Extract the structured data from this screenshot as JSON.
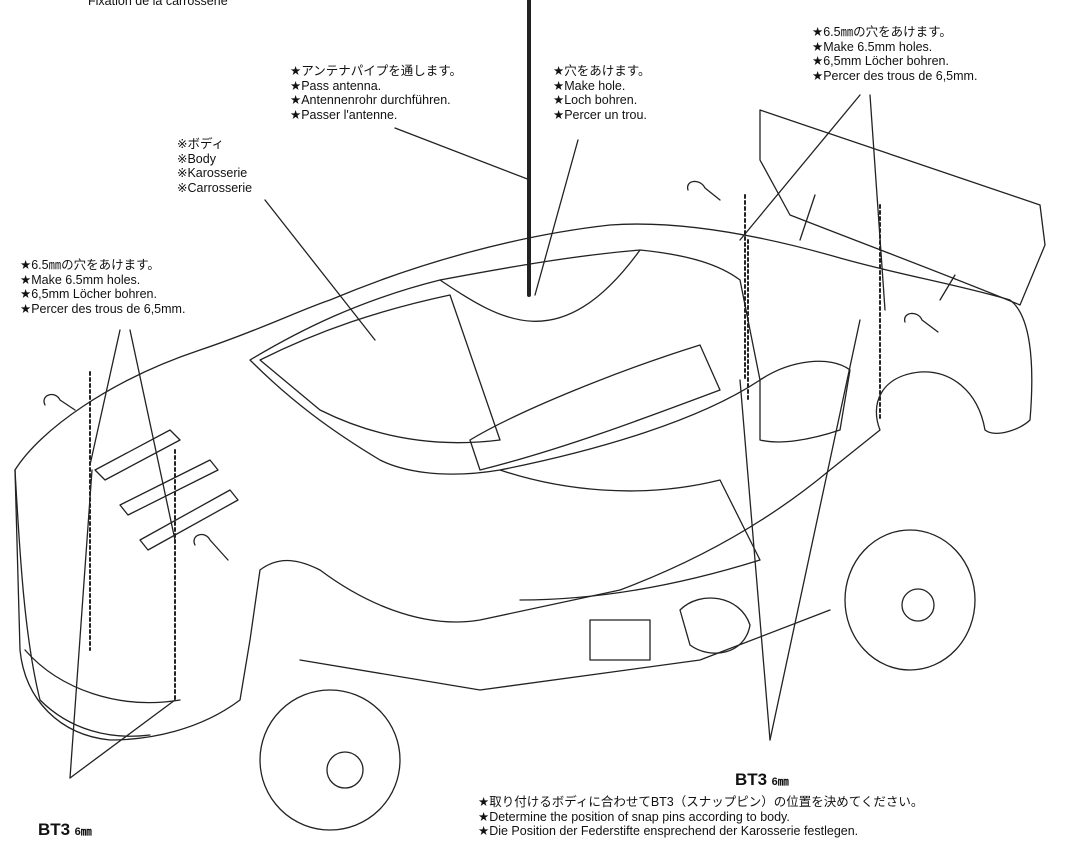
{
  "top_caption": "Fixation de la carrosserie",
  "notes": {
    "antenna": [
      "★アンテナパイプを通します。",
      "★Pass antenna.",
      "★Antennenrohr durchführen.",
      "★Passer l'antenne."
    ],
    "hole": [
      "★穴をあけます。",
      "★Make hole.",
      "★Loch bohren.",
      "★Percer un trou."
    ],
    "rear_holes": [
      "★6.5㎜の穴をあけます。",
      "★Make 6.5mm holes.",
      "★6,5mm Löcher bohren.",
      "★Percer des trous de 6,5mm."
    ],
    "body": [
      "※ボディ",
      "※Body",
      "※Karosserie",
      "※Carrosserie"
    ],
    "front_holes": [
      "★6.5㎜の穴をあけます。",
      "★Make 6.5mm holes.",
      "★6,5mm Löcher bohren.",
      "★Percer des trous de 6,5mm."
    ],
    "bottom": [
      "★取り付けるボディに合わせてBT3（スナップピン）の位置を決めてください。",
      "★Determine the position of snap pins according to body.",
      "★Die Position der Federstifte ensprechend der Karosserie festlegen."
    ]
  },
  "parts": {
    "bt3_left": {
      "code": "BT3",
      "size": "6㎜"
    },
    "bt3_right": {
      "code": "BT3",
      "size": "6㎜"
    }
  }
}
